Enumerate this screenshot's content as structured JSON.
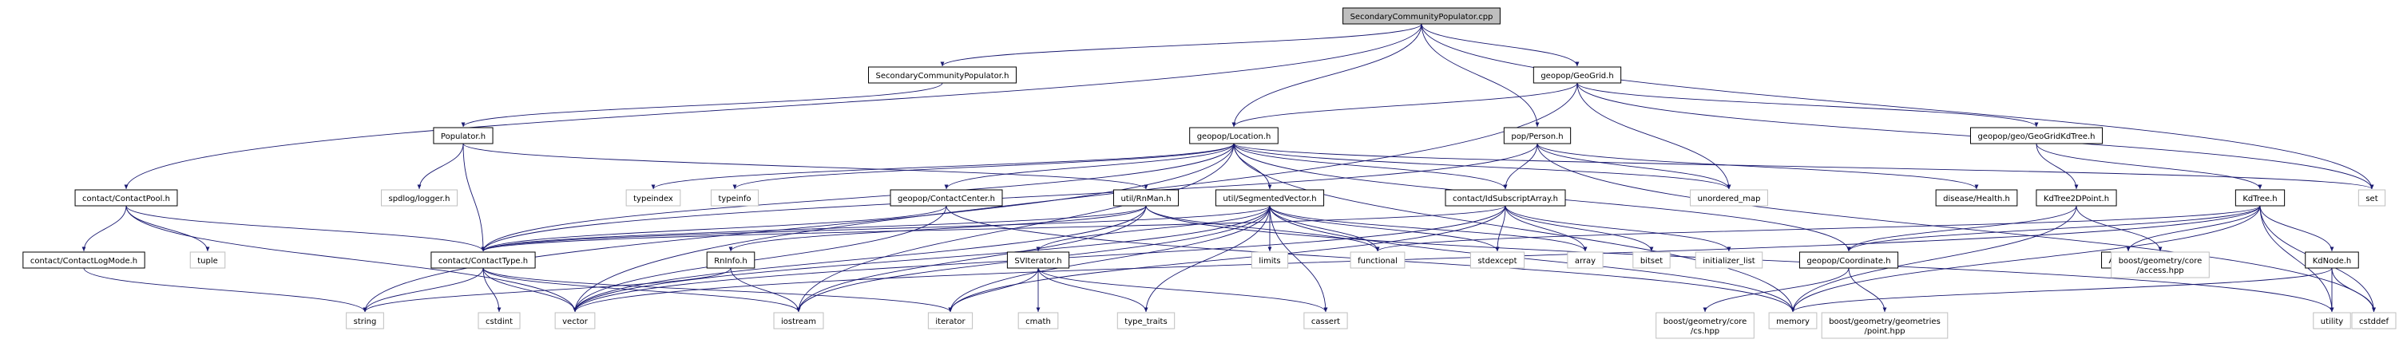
{
  "graph": {
    "nodes": [
      {
        "id": "root",
        "label": "SecondaryCommunityPopulator.cpp",
        "style": "root"
      },
      {
        "id": "scp_h",
        "label": "SecondaryCommunityPopulator.h",
        "style": "boxed"
      },
      {
        "id": "geogrid",
        "label": "geopop/GeoGrid.h",
        "style": "boxed"
      },
      {
        "id": "populator",
        "label": "Populator.h",
        "style": "boxed"
      },
      {
        "id": "location",
        "label": "geopop/Location.h",
        "style": "boxed"
      },
      {
        "id": "person",
        "label": "pop/Person.h",
        "style": "boxed"
      },
      {
        "id": "geokdtree",
        "label": "geopop/geo/GeoGridKdTree.h",
        "style": "boxed"
      },
      {
        "id": "contactpool",
        "label": "contact/ContactPool.h",
        "style": "boxed"
      },
      {
        "id": "contactcenter",
        "label": "geopop/ContactCenter.h",
        "style": "boxed"
      },
      {
        "id": "rnman",
        "label": "util/RnMan.h",
        "style": "boxed"
      },
      {
        "id": "segvec",
        "label": "util/SegmentedVector.h",
        "style": "boxed"
      },
      {
        "id": "idsub",
        "label": "contact/IdSubscriptArray.h",
        "style": "boxed"
      },
      {
        "id": "health",
        "label": "disease/Health.h",
        "style": "boxed"
      },
      {
        "id": "kd2d",
        "label": "KdTree2DPoint.h",
        "style": "boxed"
      },
      {
        "id": "kdtree",
        "label": "KdTree.h",
        "style": "boxed"
      },
      {
        "id": "logmode",
        "label": "contact/ContactLogMode.h",
        "style": "boxed"
      },
      {
        "id": "contacttype",
        "label": "contact/ContactType.h",
        "style": "boxed"
      },
      {
        "id": "rninfo",
        "label": "RnInfo.h",
        "style": "boxed"
      },
      {
        "id": "sviter",
        "label": "SVIterator.h",
        "style": "boxed"
      },
      {
        "id": "coordinate",
        "label": "geopop/Coordinate.h",
        "style": "boxed"
      },
      {
        "id": "aabbox",
        "label": "AABBox.h",
        "style": "boxed"
      },
      {
        "id": "kdnode",
        "label": "KdNode.h",
        "style": "boxed"
      },
      {
        "id": "spdlog",
        "label": "spdlog/logger.h",
        "style": "plain"
      },
      {
        "id": "typeindex",
        "label": "typeindex",
        "style": "plain"
      },
      {
        "id": "typeinfo",
        "label": "typeinfo",
        "style": "plain"
      },
      {
        "id": "unordered_map",
        "label": "unordered_map",
        "style": "plain"
      },
      {
        "id": "set",
        "label": "set",
        "style": "plain"
      },
      {
        "id": "tuple",
        "label": "tuple",
        "style": "plain"
      },
      {
        "id": "limits",
        "label": "limits",
        "style": "plain"
      },
      {
        "id": "functional",
        "label": "functional",
        "style": "plain"
      },
      {
        "id": "stdexcept",
        "label": "stdexcept",
        "style": "plain"
      },
      {
        "id": "array",
        "label": "array",
        "style": "plain"
      },
      {
        "id": "bitset",
        "label": "bitset",
        "style": "plain"
      },
      {
        "id": "initializer_list",
        "label": "initializer_list",
        "style": "plain"
      },
      {
        "id": "boost_access",
        "label": "boost/geometry/core\n/access.hpp",
        "style": "plain"
      },
      {
        "id": "string",
        "label": "string",
        "style": "plain"
      },
      {
        "id": "cstdint",
        "label": "cstdint",
        "style": "plain"
      },
      {
        "id": "vector",
        "label": "vector",
        "style": "plain"
      },
      {
        "id": "iostream",
        "label": "iostream",
        "style": "plain"
      },
      {
        "id": "iterator",
        "label": "iterator",
        "style": "plain"
      },
      {
        "id": "cmath",
        "label": "cmath",
        "style": "plain"
      },
      {
        "id": "type_traits",
        "label": "type_traits",
        "style": "plain"
      },
      {
        "id": "cassert",
        "label": "cassert",
        "style": "plain"
      },
      {
        "id": "boost_cs",
        "label": "boost/geometry/core\n/cs.hpp",
        "style": "plain"
      },
      {
        "id": "boost_point",
        "label": "boost/geometry/geometries\n/point.hpp",
        "style": "plain"
      },
      {
        "id": "memory",
        "label": "memory",
        "style": "plain"
      },
      {
        "id": "utility",
        "label": "utility",
        "style": "plain"
      },
      {
        "id": "cstddef",
        "label": "cstddef",
        "style": "plain"
      }
    ],
    "edges": [
      [
        "root",
        "scp_h"
      ],
      [
        "root",
        "geogrid"
      ],
      [
        "root",
        "location"
      ],
      [
        "root",
        "person"
      ],
      [
        "root",
        "contactpool"
      ],
      [
        "root",
        "set"
      ],
      [
        "scp_h",
        "populator"
      ],
      [
        "geogrid",
        "location"
      ],
      [
        "geogrid",
        "geokdtree"
      ],
      [
        "geogrid",
        "set"
      ],
      [
        "geogrid",
        "unordered_map"
      ],
      [
        "geogrid",
        "vector"
      ],
      [
        "populator",
        "spdlog"
      ],
      [
        "populator",
        "rnman"
      ],
      [
        "populator",
        "contacttype"
      ],
      [
        "location",
        "contactcenter"
      ],
      [
        "location",
        "segvec"
      ],
      [
        "location",
        "idsub"
      ],
      [
        "location",
        "contacttype"
      ],
      [
        "location",
        "coordinate"
      ],
      [
        "location",
        "typeindex"
      ],
      [
        "location",
        "typeinfo"
      ],
      [
        "location",
        "unordered_map"
      ],
      [
        "location",
        "set"
      ],
      [
        "location",
        "memory"
      ],
      [
        "location",
        "string"
      ],
      [
        "location",
        "iostream"
      ],
      [
        "person",
        "idsub"
      ],
      [
        "person",
        "health"
      ],
      [
        "person",
        "contacttype"
      ],
      [
        "person",
        "unordered_map"
      ],
      [
        "person",
        "cstddef"
      ],
      [
        "geokdtree",
        "kd2d"
      ],
      [
        "geokdtree",
        "kdtree"
      ],
      [
        "contactpool",
        "logmode"
      ],
      [
        "contactpool",
        "contacttype"
      ],
      [
        "contactpool",
        "tuple"
      ],
      [
        "contactpool",
        "vector"
      ],
      [
        "contactcenter",
        "contacttype"
      ],
      [
        "contactcenter",
        "vector"
      ],
      [
        "contactcenter",
        "memory"
      ],
      [
        "rnman",
        "rninfo"
      ],
      [
        "rnman",
        "functional"
      ],
      [
        "rnman",
        "vector"
      ],
      [
        "rnman",
        "iostream"
      ],
      [
        "rnman",
        "contacttype"
      ],
      [
        "rnman",
        "utility"
      ],
      [
        "segvec",
        "sviter"
      ],
      [
        "segvec",
        "limits"
      ],
      [
        "segvec",
        "functional"
      ],
      [
        "segvec",
        "stdexcept"
      ],
      [
        "segvec",
        "cassert"
      ],
      [
        "segvec",
        "type_traits"
      ],
      [
        "segvec",
        "iostream"
      ],
      [
        "segvec",
        "vector"
      ],
      [
        "segvec",
        "iterator"
      ],
      [
        "segvec",
        "array"
      ],
      [
        "segvec",
        "memory"
      ],
      [
        "segvec",
        "contacttype"
      ],
      [
        "idsub",
        "contacttype"
      ],
      [
        "idsub",
        "stdexcept"
      ],
      [
        "idsub",
        "array"
      ],
      [
        "idsub",
        "bitset"
      ],
      [
        "idsub",
        "initializer_list"
      ],
      [
        "idsub",
        "vector"
      ],
      [
        "idsub",
        "iterator"
      ],
      [
        "kd2d",
        "coordinate"
      ],
      [
        "kd2d",
        "boost_access"
      ],
      [
        "kd2d",
        "memory"
      ],
      [
        "kdtree",
        "aabbox"
      ],
      [
        "kdtree",
        "kdnode"
      ],
      [
        "kdtree",
        "functional"
      ],
      [
        "kdtree",
        "coordinate"
      ],
      [
        "kdtree",
        "memory"
      ],
      [
        "kdtree",
        "utility"
      ],
      [
        "kdtree",
        "cstddef"
      ],
      [
        "kdtree",
        "vector"
      ],
      [
        "logmode",
        "string"
      ],
      [
        "contacttype",
        "string"
      ],
      [
        "contacttype",
        "cstdint"
      ],
      [
        "contacttype",
        "vector"
      ],
      [
        "contacttype",
        "iostream"
      ],
      [
        "contacttype",
        "iterator"
      ],
      [
        "rninfo",
        "string"
      ],
      [
        "rninfo",
        "iostream"
      ],
      [
        "sviter",
        "iterator"
      ],
      [
        "sviter",
        "cmath"
      ],
      [
        "sviter",
        "type_traits"
      ],
      [
        "sviter",
        "cassert"
      ],
      [
        "coordinate",
        "boost_cs"
      ],
      [
        "coordinate",
        "boost_point"
      ],
      [
        "kdnode",
        "memory"
      ],
      [
        "kdnode",
        "utility"
      ],
      [
        "kdnode",
        "cstddef"
      ]
    ]
  }
}
